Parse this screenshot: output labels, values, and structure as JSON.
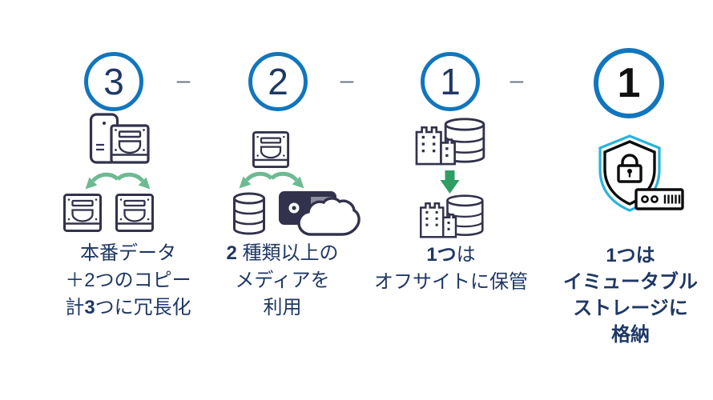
{
  "title": "3-2-1-1 backup rule diagram (Japanese)",
  "colors": {
    "background": "#ffffff",
    "circle_border": "#1176bd",
    "number_navy": "#1f3864",
    "number_black": "#111111",
    "caption_navy": "#1f3864",
    "icon_outline": "#32324c",
    "arrow_green_curved": "#6cba92",
    "arrow_green_solid": "#2f9e63",
    "shield_cyan": "#29b3d9",
    "tape_fill": "#32324c",
    "tape_patch": "#8d8d9d",
    "separator_gray": "#6b7685"
  },
  "separators": [
    {
      "symbol": "–"
    },
    {
      "symbol": "–"
    },
    {
      "symbol": "–"
    }
  ],
  "columns": [
    {
      "number": "3",
      "icons": [
        "pc-tower-icon",
        "disk-drive-icon",
        "split-arrows-icon",
        "disk-drive-icon",
        "disk-drive-icon"
      ],
      "caption": {
        "line1": "本番データ",
        "line2": "＋2つのコピー",
        "line3_pre": "計",
        "line3_bold": "3",
        "line3_post": "つに冗長化"
      }
    },
    {
      "number": "2",
      "icons": [
        "disk-drive-icon",
        "split-arrows-icon",
        "database-icon",
        "tape-cassette-icon",
        "cloud-icon"
      ],
      "caption": {
        "line1_bold": "2",
        "line1_post": " 種類以上の",
        "line2": "メディアを",
        "line3": "利用"
      }
    },
    {
      "number": "1",
      "icons": [
        "building-icon",
        "database-icon",
        "down-arrow-icon",
        "building-icon",
        "database-icon"
      ],
      "caption": {
        "line1_bold": "1つ",
        "line1_post": "は",
        "line2": "オフサイトに保管"
      }
    },
    {
      "number": "1",
      "icons": [
        "shield-icon",
        "lock-icon",
        "storage-device-icon"
      ],
      "caption": {
        "line1": "1つは",
        "line2": "イミュータブル",
        "line3": "ストレージに",
        "line4": "格納"
      }
    }
  ]
}
